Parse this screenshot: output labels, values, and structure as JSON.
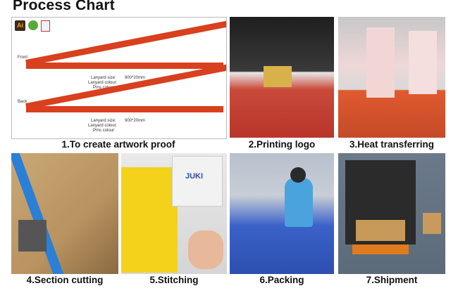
{
  "header": {
    "title": "Process Chart"
  },
  "steps": [
    {
      "caption": "1.To create artwork proof"
    },
    {
      "caption": "2.Printing logo"
    },
    {
      "caption": "3.Heat transferring"
    },
    {
      "caption": "4.Section cutting"
    },
    {
      "caption": "5.Stitching"
    },
    {
      "caption": "6.Packing"
    },
    {
      "caption": "7.Shipment"
    }
  ],
  "artwork": {
    "front_label": "Front",
    "back_label": "Back",
    "icon_ai": "Ai",
    "specs_front": {
      "size_label": "Lanyard size:",
      "size_value": "900*20mm",
      "colour_label": "Lanyard colour:",
      "pms_label": "Pms colour:"
    },
    "specs_back": {
      "size_label": "Lanyard size:",
      "size_value": "900*20mm",
      "colour_label": "Lanyard colour:",
      "pms_label": "Pms colour:"
    },
    "strap_color": "#d8401e"
  },
  "sticker": {
    "brand": "JUKI"
  }
}
